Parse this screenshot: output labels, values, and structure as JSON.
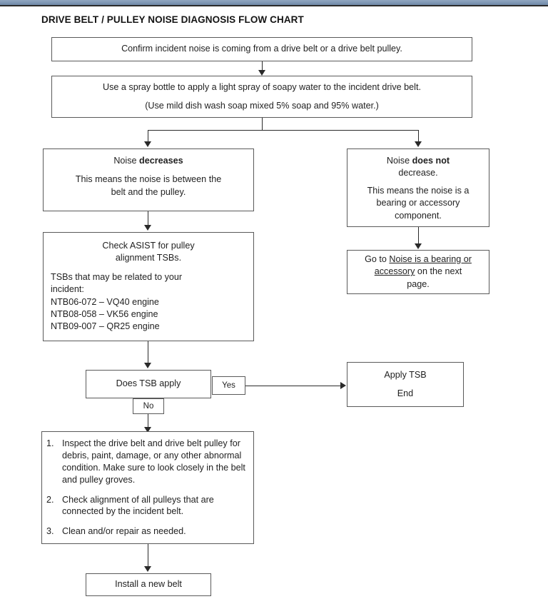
{
  "page": {
    "title": "DRIVE BELT / PULLEY NOISE DIAGNOSIS FLOW CHART",
    "band_color": "#7f97b4",
    "line_color": "#2a2a2a",
    "box_border_color": "#5a5a5a"
  },
  "nodes": {
    "confirm": {
      "text": "Confirm incident noise is coming from a drive belt or a drive belt pulley."
    },
    "spray": {
      "line1": "Use a spray bottle to apply a light spray of soapy water to the incident drive belt.",
      "line2": "(Use mild dish wash soap mixed 5% soap and 95% water.)"
    },
    "noise_decreases": {
      "heading_prefix": "Noise ",
      "heading_bold": "decreases",
      "body_line1": "This means the noise is between the",
      "body_line2": "belt and the pulley."
    },
    "noise_does_not_decrease": {
      "heading_prefix": "Noise ",
      "heading_bold": "does not",
      "heading_suffix": "decrease.",
      "body_line1": "This means the noise is a",
      "body_line2": "bearing or accessory",
      "body_line3": "component."
    },
    "check_asist": {
      "heading_line1": "Check ASIST for pulley",
      "heading_line2": "alignment TSBs.",
      "body_line1": "TSBs that may be related to your",
      "body_line2": "incident:",
      "tsbs": [
        "NTB06-072 – VQ40 engine",
        "NTB08-058 – VK56 engine",
        "NTB09-007 – QR25 engine"
      ]
    },
    "go_to_next_page": {
      "prefix": "Go to ",
      "link_part1": "Noise is a bearing or",
      "link_part2": "accessory",
      "suffix": " on the next",
      "tail": "page."
    },
    "decision": {
      "text": "Does TSB apply"
    },
    "yes_label": {
      "text": "Yes"
    },
    "no_label": {
      "text": "No"
    },
    "apply_tsb": {
      "line1": "Apply TSB",
      "line2": "End"
    },
    "inspect_steps": {
      "items": [
        {
          "num": "1.",
          "text": "Inspect the drive belt and drive belt pulley for debris, paint, damage, or any other abnormal condition. Make sure to look closely in the belt and pulley groves."
        },
        {
          "num": "2.",
          "text": "Check alignment of all pulleys that are connected by the incident belt."
        },
        {
          "num": "3.",
          "text": "Clean and/or repair as needed."
        }
      ]
    },
    "install_belt": {
      "text": "Install a new belt"
    }
  }
}
